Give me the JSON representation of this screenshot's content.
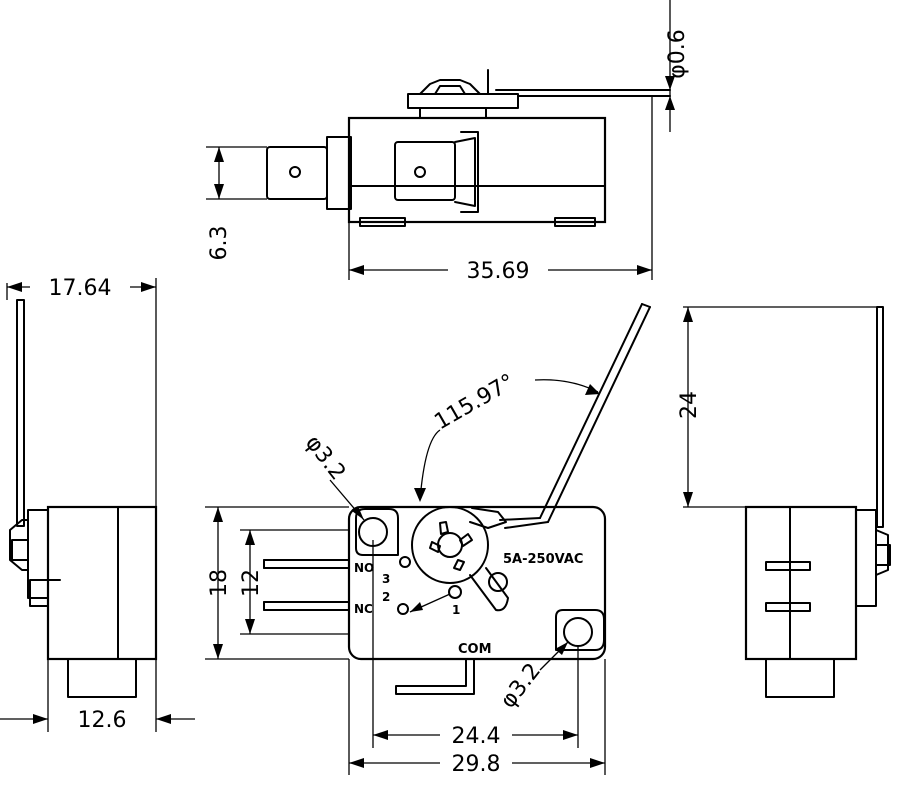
{
  "dimensions": {
    "wire_diameter": "φ0.6",
    "terminal_offset": "6.3",
    "body_length": "35.69",
    "side_width": "17.64",
    "side_body": "12.6",
    "lever_angle": "115.97°",
    "hole_diameter_top": "φ3.2",
    "hole_diameter_bottom": "φ3.2",
    "lever_height": "24",
    "terminal_pitch_outer": "18",
    "terminal_pitch_inner": "12",
    "hole_spacing": "24.4",
    "body_width": "29.8"
  },
  "markings": {
    "rating": "5A-250VAC",
    "no_label": "NO",
    "nc_label": "NC",
    "com_label": "COM",
    "pin_3": "3",
    "pin_2": "2",
    "pin_1": "1"
  }
}
